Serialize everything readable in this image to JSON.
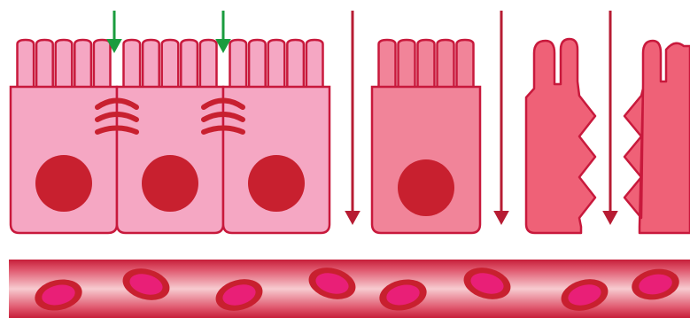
{
  "title": "",
  "colors": {
    "background": "#ffffff",
    "healthy_cell_fill": "#f5a7c3",
    "transitional_cell_fill": "#f18499",
    "damaged_cell_fill": "#ef6177",
    "cell_outline": "#c8193c",
    "nucleus": "#c8202f",
    "tight_junction": "#c8202f",
    "permeability_arrow": "#b71c33",
    "blocked_arrow": "#1a9c3e",
    "vessel_light": "#f7cbd0",
    "vessel_dark": "#c71f3a",
    "blood_cell_outer": "#c8202f",
    "blood_cell_inner": "#e91f77"
  },
  "groups": [
    {
      "name": "intact-epithelium-with-tight-junctions",
      "cells": 3,
      "tight_junctions": 2,
      "blocked_paths": 2
    },
    {
      "name": "cell-without-tight-junctions",
      "cells": 1,
      "open_paths": 2
    },
    {
      "name": "damaged-cells-with-jagged-borders",
      "cells": 2,
      "open_paths": 1
    }
  ],
  "icons": [
    "arrow-down-icon",
    "cell-icon",
    "nucleus-icon",
    "microvilli-icon",
    "tight-junction-icon",
    "blood-vessel-icon",
    "red-blood-cell-icon"
  ]
}
